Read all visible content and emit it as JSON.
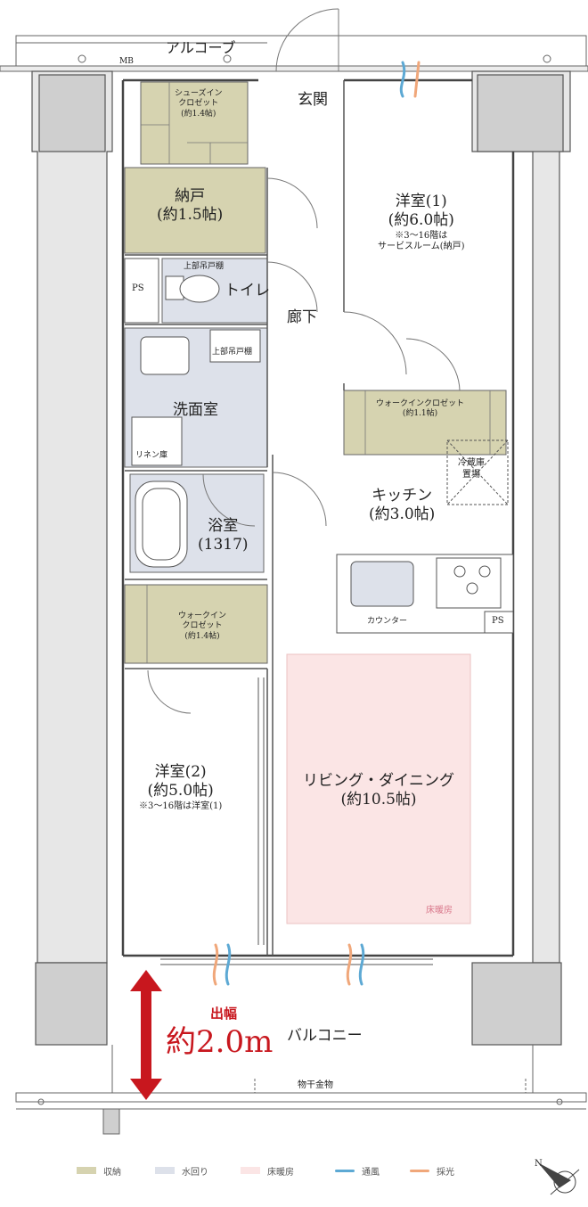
{
  "colors": {
    "storage": "#d6d3b0",
    "water": "#dde1ea",
    "floor_heating": "#fbe5e5",
    "wall": "#cfcfcf",
    "line": "#555555",
    "accent_red": "#c8171e",
    "ventilation": "#5da9d4",
    "daylight": "#f0a77a"
  },
  "outside": {
    "alcove": "アルコーブ",
    "mb": "MB",
    "balcony": "バルコニー",
    "laundry_hardware": "物干金物",
    "depth_label": "出幅",
    "depth_value": "約2.0m"
  },
  "rooms": {
    "entrance": "玄関",
    "shoe_closet": [
      "シューズイン",
      "クロゼット",
      "(約1.4帖)"
    ],
    "storeroom": [
      "納戸",
      "(約1.5帖)"
    ],
    "ps_left": "PS",
    "upper_cabinet_toilet": "上部吊戸棚",
    "toilet": "トイレ",
    "corridor": "廊下",
    "upper_cabinet_wash": "上部吊戸棚",
    "washroom": "洗面室",
    "linen": "リネン庫",
    "bathroom": [
      "浴室",
      "(1317)"
    ],
    "wic_bottom": [
      "ウォークイン",
      "クロゼット",
      "(約1.4帖)"
    ],
    "western2": [
      "洋室(2)",
      "(約5.0帖)",
      "※3〜16階は洋室(1)"
    ],
    "western1": [
      "洋室(1)",
      "(約6.0帖)",
      "※3〜16階は",
      "サービスルーム(納戸)"
    ],
    "wic_top": [
      "ウォークインクロゼット",
      "(約1.1帖)"
    ],
    "fridge": [
      "冷蔵庫",
      "置場"
    ],
    "kitchen": [
      "キッチン",
      "(約3.0帖)"
    ],
    "counter": "カウンター",
    "ps_right": "PS",
    "living": [
      "リビング・ダイニング",
      "(約10.5帖)"
    ],
    "floor_heating_tag": "床暖房"
  },
  "legend": [
    {
      "label": "収納",
      "color": "#d6d3b0"
    },
    {
      "label": "水回り",
      "color": "#dde1ea"
    },
    {
      "label": "床暖房",
      "color": "#fbe5e5"
    },
    {
      "label": "通風",
      "color": "#5da9d4"
    },
    {
      "label": "採光",
      "color": "#f0a77a"
    }
  ],
  "compass": "N"
}
